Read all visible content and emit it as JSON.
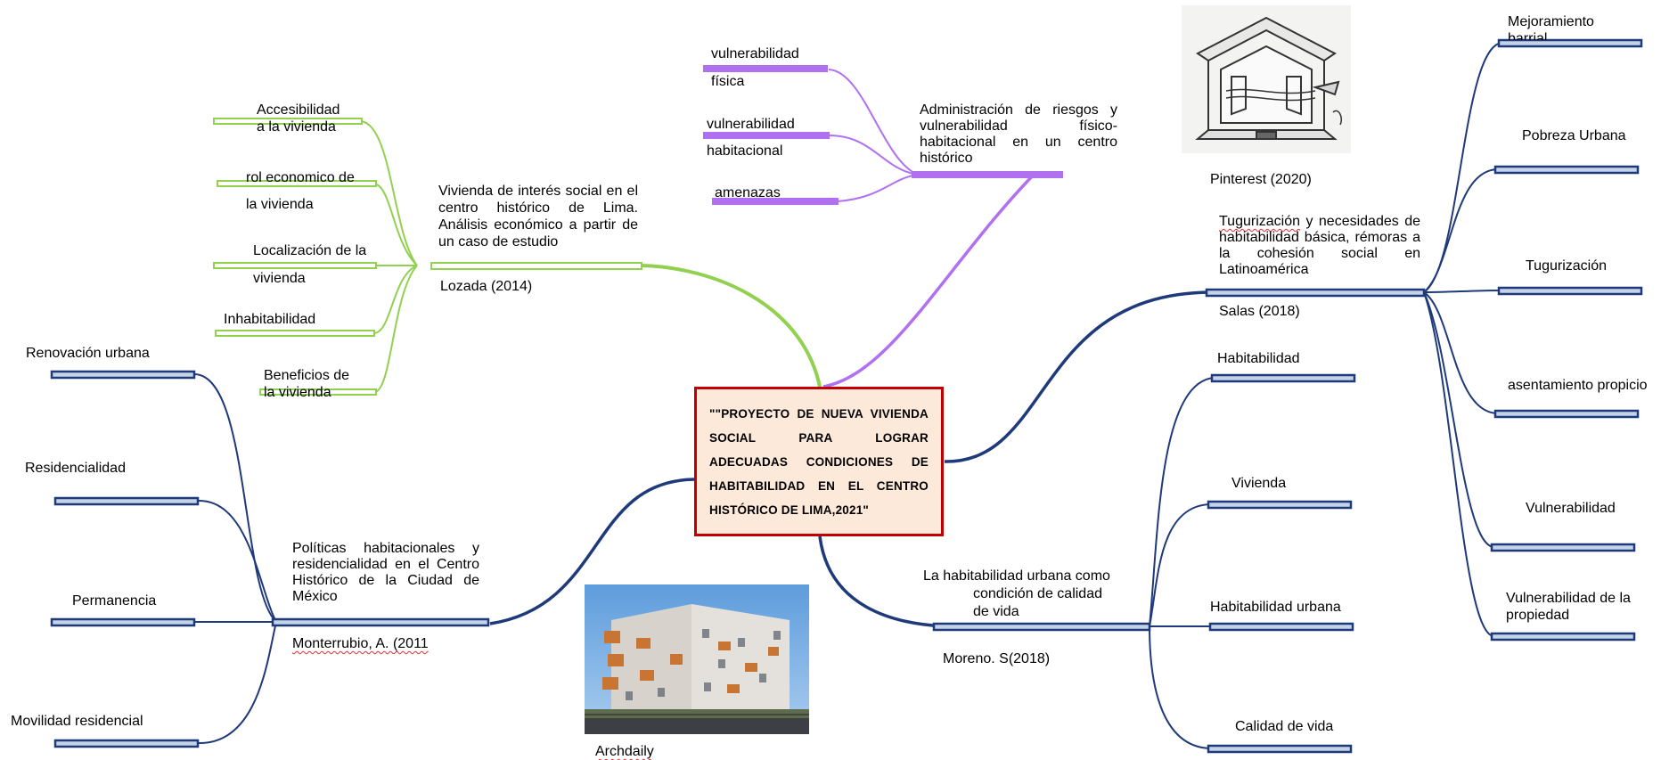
{
  "center": {
    "title": "\"\"PROYECTO DE NUEVA VIVIENDA SOCIAL PARA LOGRAR ADECUADAS CONDICIONES DE HABITABILIDAD EN EL CENTRO HISTÓRICO DE LIMA,2021\""
  },
  "lozada": {
    "title": "Vivienda de interés social en el centro histórico de Lima. Análisis económico a partir de un caso de estudio",
    "citation": "Lozada (2014)",
    "leaves": {
      "accesibilidad_1": "Accesibilidad",
      "accesibilidad_2": "a la vivienda",
      "rol_1": "rol economico de",
      "rol_2": "la vivienda",
      "localizacion_1": "Localización de la",
      "localizacion_2": "vivienda",
      "inhabitabilidad": "Inhabitabilidad",
      "beneficios_1": "Beneficios de",
      "beneficios_2": "la vivienda"
    }
  },
  "riesgos": {
    "title": "Administración de riesgos y vulnerabilidad físico-habitacional en un centro histórico",
    "leaves": {
      "fisica_1": "vulnerabilidad",
      "fisica_2": "física",
      "hab_1": "vulnerabilidad",
      "hab_2": "habitacional",
      "amenazas": "amenazas"
    }
  },
  "pinterest": {
    "caption": "Pinterest (2020)"
  },
  "salas": {
    "title": "Tugurización y necesidades de habitabilidad básica, rémoras a la cohesión social en Latinoamérica",
    "title_first_word": "Tugurización",
    "citation": "Salas (2018)",
    "leaves": {
      "mejoramiento": "Mejoramiento barrial",
      "pobreza": "Pobreza Urbana",
      "tugurizacion": "Tugurización",
      "asentamiento": "asentamiento propicio",
      "vulnerabilidad": "Vulnerabilidad",
      "vulnerabilidad_prop": "Vulnerabilidad de la propiedad"
    }
  },
  "moreno": {
    "title_1": "La habitabilidad urbana como",
    "title_2": "condición de calidad",
    "title_3": "de vida",
    "citation": "Moreno. S(2018)",
    "leaves": {
      "habitabilidad": "Habitabilidad",
      "vivienda": "Vivienda",
      "habitabilidad_urbana": "Habitabilidad urbana",
      "calidad": "Calidad de vida"
    }
  },
  "monterrubio": {
    "title": "Políticas habitacionales y residencialidad en el Centro Histórico de la Ciudad de México",
    "citation": "Monterrubio, A. (2011",
    "leaves": {
      "renovacion": "Renovación urbana",
      "residencialidad": "Residencialidad",
      "permanencia": "Permanencia",
      "movilidad": "Movilidad residencial"
    }
  },
  "archdaily": {
    "caption": "Archdaily"
  },
  "colors": {
    "green": "#92d050",
    "purple": "#b070f0",
    "navy": "#1f3a7a",
    "bar_fill": "#c5d3e8",
    "center_border": "#c00000",
    "center_fill": "#fde9d9"
  }
}
